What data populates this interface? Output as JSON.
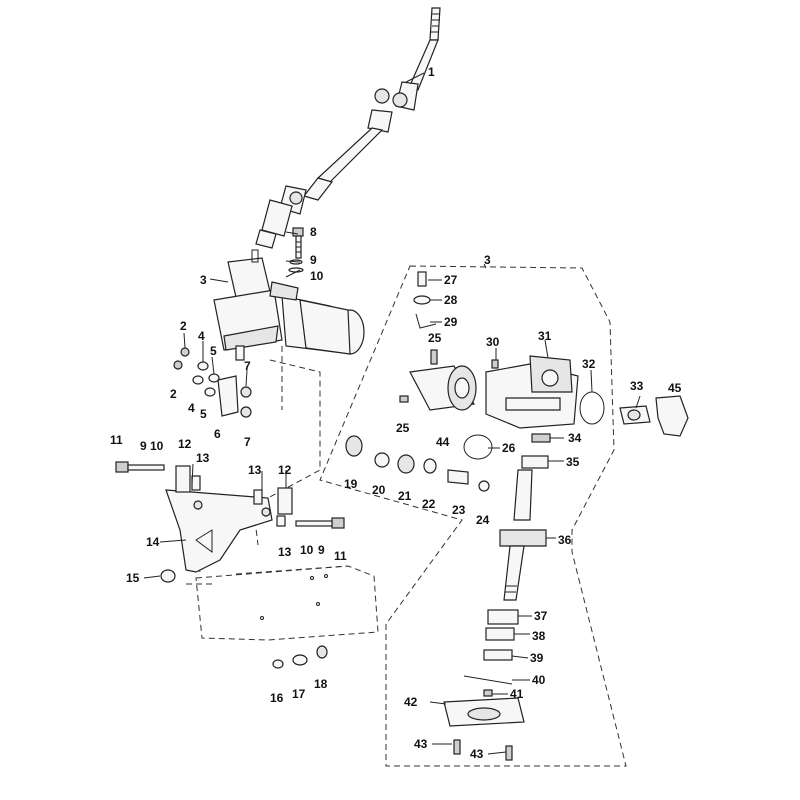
{
  "diagram": {
    "type": "exploded parts diagram",
    "subject": "steering column and electric power steering unit",
    "callouts": {
      "p1": "1",
      "p2a": "2",
      "p2b": "2",
      "p3a": "3",
      "p3b": "3",
      "p4a": "4",
      "p4b": "4",
      "p5a": "5",
      "p5b": "5",
      "p6": "6",
      "p7a": "7",
      "p7b": "7",
      "p8": "8",
      "p9a": "9",
      "p9b": "9",
      "p9c": "9",
      "p10a": "10",
      "p10b": "10",
      "p10c": "10",
      "p11a": "11",
      "p11b": "11",
      "p12a": "12",
      "p12b": "12",
      "p13a": "13",
      "p13b": "13",
      "p13c": "13",
      "p14": "14",
      "p15": "15",
      "p16": "16",
      "p17": "17",
      "p18": "18",
      "p19": "19",
      "p20": "20",
      "p21": "21",
      "p22": "22",
      "p23": "23",
      "p24": "24",
      "p25a": "25",
      "p25b": "25",
      "p26": "26",
      "p27": "27",
      "p28": "28",
      "p29": "29",
      "p30": "30",
      "p31": "31",
      "p32": "32",
      "p33": "33",
      "p34": "34",
      "p35": "35",
      "p36": "36",
      "p37": "37",
      "p38": "38",
      "p39": "39",
      "p40": "40",
      "p41": "41",
      "p42": "42",
      "p43a": "43",
      "p43b": "43",
      "p44": "44",
      "p45": "45"
    }
  },
  "colors": {
    "line": "#222222",
    "background": "#ffffff"
  }
}
